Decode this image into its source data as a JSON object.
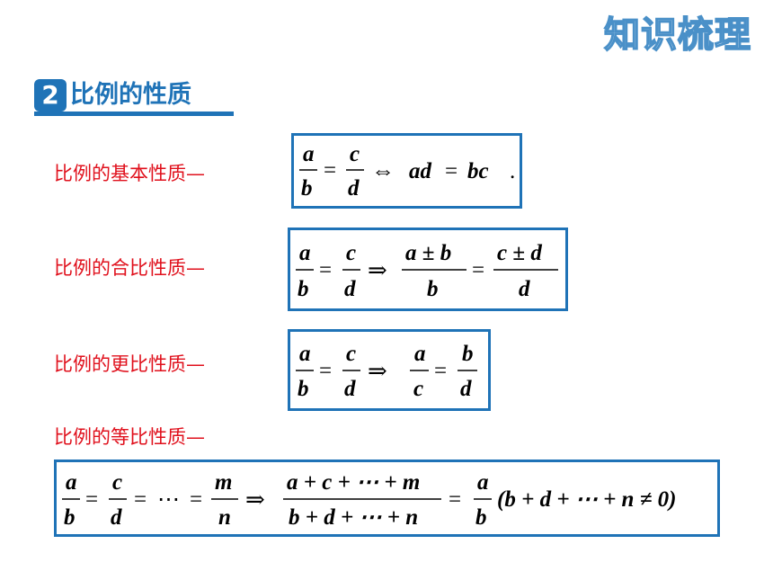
{
  "slide": {
    "corner_title": "知识梳理",
    "section": {
      "number": "2",
      "title": "比例的性质"
    }
  },
  "properties": [
    {
      "label": "比例的基本性质—"
    },
    {
      "label": "比例的合比性质—"
    },
    {
      "label": "比例的更比性质—"
    },
    {
      "label": "比例的等比性质—"
    }
  ],
  "formulas": {
    "basic": {
      "a": "a",
      "b": "b",
      "c": "c",
      "d": "d",
      "eq": "=",
      "iff": "⇔",
      "lhs": "ad",
      "rhs": "bc",
      "dot": "."
    },
    "compound": {
      "a": "a",
      "b": "b",
      "c": "c",
      "d": "d",
      "eq": "=",
      "implies": "⇒",
      "num1": "a ± b",
      "den1": "b",
      "num2": "c ± d",
      "den2": "d"
    },
    "alternate": {
      "a": "a",
      "b": "b",
      "c": "c",
      "d": "d",
      "eq": "=",
      "implies": "⇒",
      "num1": "a",
      "den1": "c",
      "num2": "b",
      "den2": "d"
    },
    "equal_ratio": {
      "a": "a",
      "b": "b",
      "c": "c",
      "d": "d",
      "m": "m",
      "n": "n",
      "eq": "=",
      "dots": "⋯",
      "implies": "⇒",
      "big_num": "a + c + ⋯ + m",
      "big_den": "b + d + ⋯ + n",
      "res_num": "a",
      "res_den": "b",
      "cond": "(b + d + ⋯ + n ≠ 0)"
    }
  }
}
